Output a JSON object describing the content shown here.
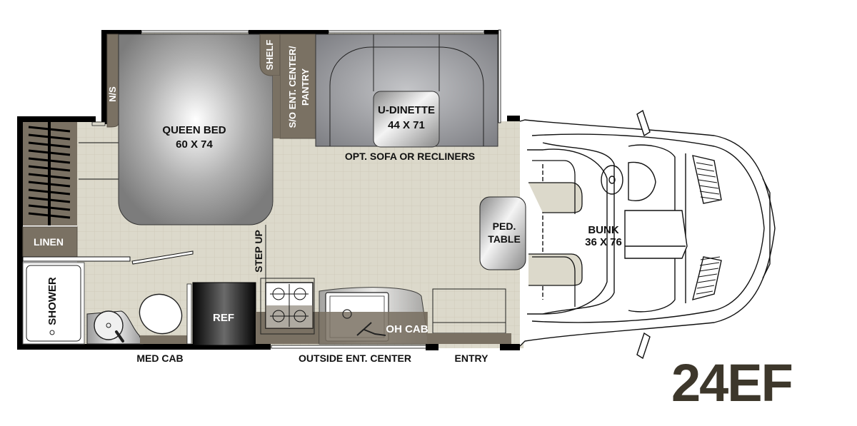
{
  "floorplan": {
    "model": "24EF",
    "colors": {
      "wall": "#000000",
      "floor": "#dcd9cb",
      "grid": "#cfcbbb",
      "cabinet": "#7a7163",
      "bed": "#8a8a8a",
      "dinette": "#8e8f93",
      "ref": "#1a1a1a",
      "model_text": "#3d372b",
      "label_text": "#111111",
      "label_light": "#ffffff"
    },
    "rooms": {
      "wardrobe": {
        "label": ""
      },
      "linen": {
        "label": "LINEN"
      },
      "shower": {
        "label": "SHOWER"
      },
      "nightstand": {
        "label": "N/S"
      },
      "bed": {
        "label": "QUEEN BED",
        "size": "60 X 74"
      },
      "shelf": {
        "label": "SHELF"
      },
      "ent_center": {
        "line1": "S/O ENT. CENTER/",
        "line2": "PANTRY"
      },
      "dinette": {
        "label": "U-DINETTE",
        "size": "44 X 71",
        "option": "OPT. SOFA OR RECLINERS"
      },
      "step_up": {
        "label": "STEP UP"
      },
      "ref": {
        "label": "REF"
      },
      "oh_cab": {
        "label": "OH CAB"
      },
      "ped_table": {
        "line1": "PED.",
        "line2": "TABLE"
      },
      "bunk": {
        "label": "BUNK",
        "size": "36 X 76"
      }
    },
    "exterior_labels": {
      "med_cab": "MED CAB",
      "outside_ent_center": "OUTSIDE ENT. CENTER",
      "entry": "ENTRY"
    }
  }
}
